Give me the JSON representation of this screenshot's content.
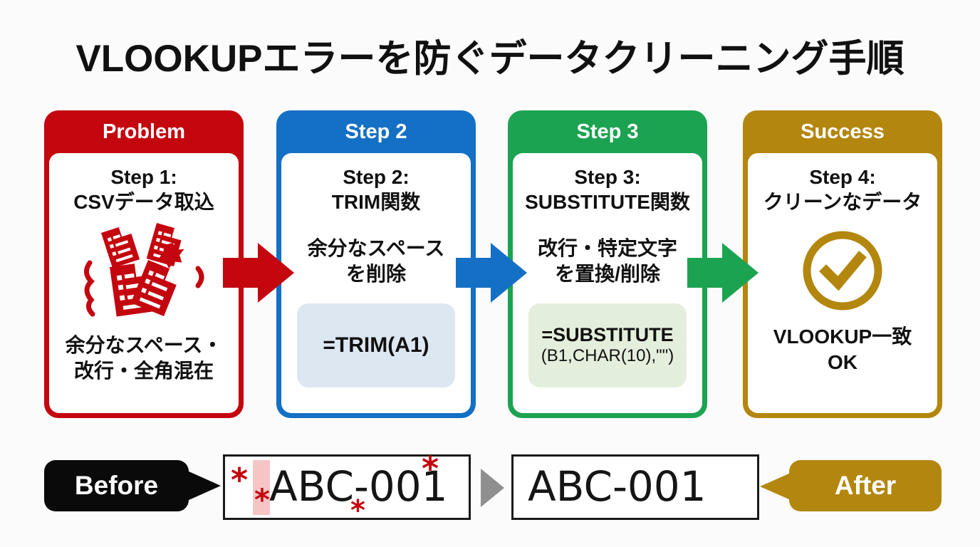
{
  "colors": {
    "red": "#c4060f",
    "blue": "#1470c4",
    "green": "#1ca351",
    "gold": "#b3860e",
    "light_blue": "#dde7f2",
    "light_green": "#e3efdc",
    "pink_highlight": "#f5c5c5",
    "gray_arrow": "#8f8f8f",
    "black": "#0a0a0a"
  },
  "title": "VLOOKUPエラーを防ぐデータクリーニング手順",
  "cards": [
    {
      "header": "Problem",
      "title_line1": "Step 1:",
      "title_line2": "CSVデータ取込",
      "icon": "messy-documents-icon",
      "body_line1": "余分なスペース・",
      "body_line2": "改行・全角混在"
    },
    {
      "header": "Step 2",
      "title_line1": "Step 2:",
      "title_line2": "TRIM関数",
      "body_line1": "余分なスペース",
      "body_line2": "を削除",
      "formula": "=TRIM(A1)"
    },
    {
      "header": "Step 3",
      "title_line1": "Step 3:",
      "title_line2": "SUBSTITUTE関数",
      "body_line1": "改行・特定文字",
      "body_line2": "を置換/削除",
      "formula_line1": "=SUBSTITUTE",
      "formula_line2": "(B1,CHAR(10),\"\")"
    },
    {
      "header": "Success",
      "title_line1": "Step 4:",
      "title_line2": "クリーンなデータ",
      "icon": "check-circle-icon",
      "body_line1": "VLOOKUP一致",
      "body_line2": "OK"
    }
  ],
  "before_after": {
    "before_label": "Before",
    "before_value": "ABC-001",
    "after_value": "ABC-001",
    "after_label": "After",
    "asterisk": "*"
  }
}
